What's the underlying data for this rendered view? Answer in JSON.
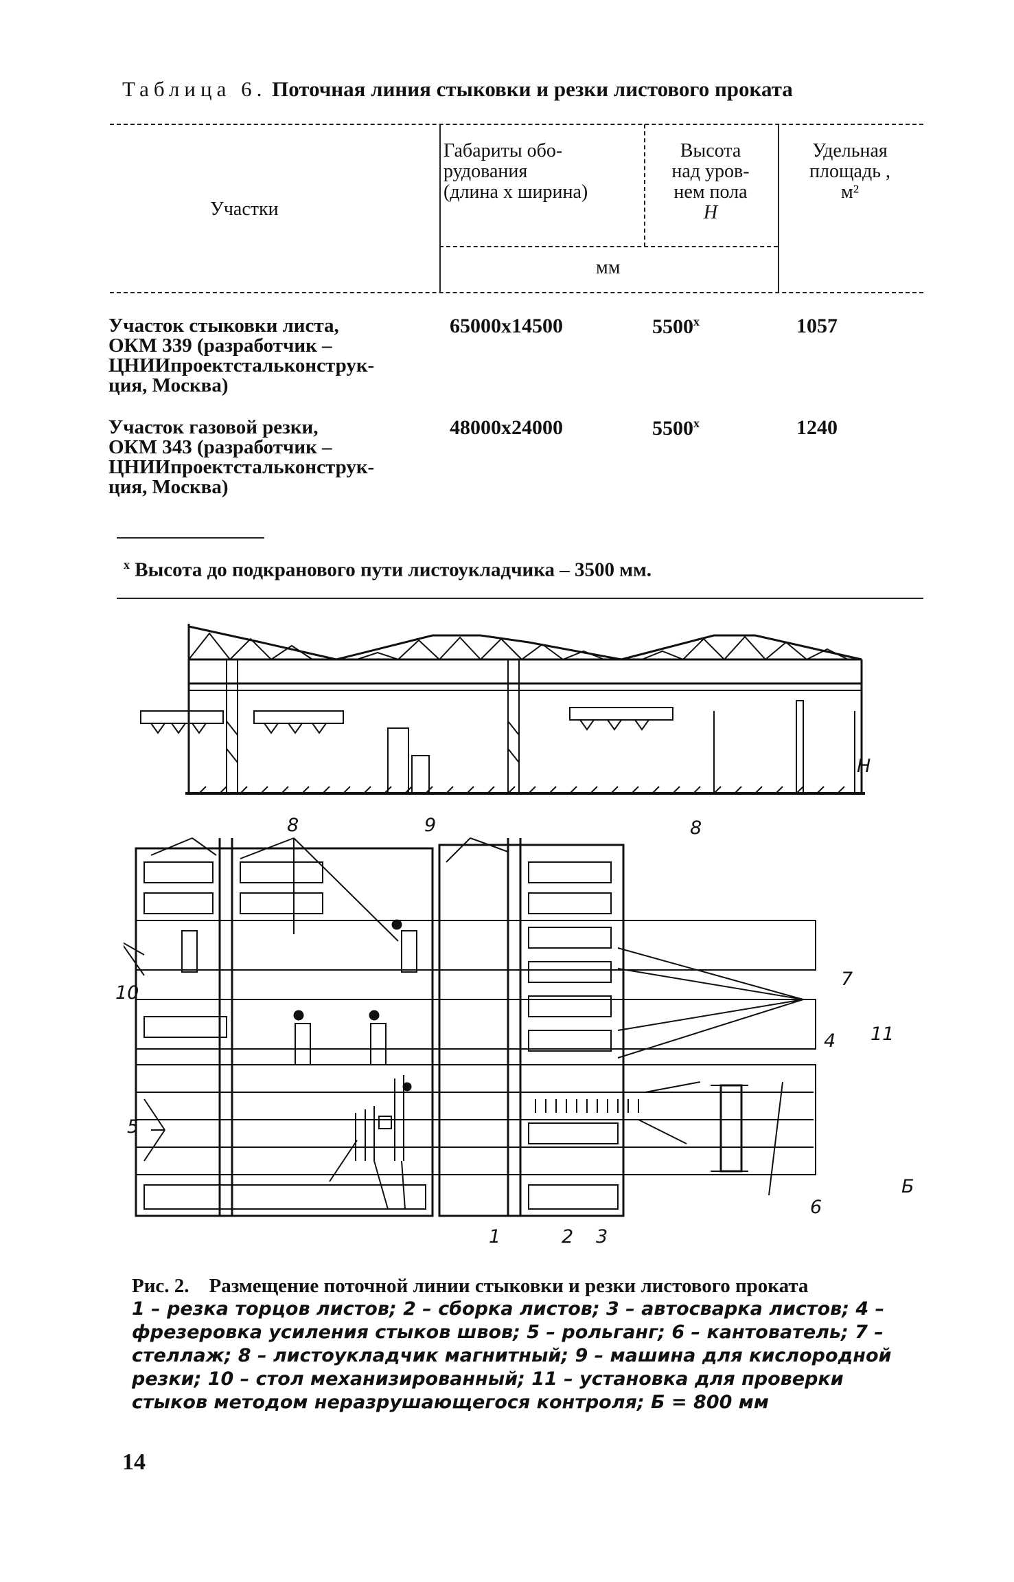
{
  "table": {
    "label": "Таблица 6.",
    "title": "Поточная линия стыковки и резки листового проката",
    "headers": {
      "sections": "Участки",
      "dimensions": "Габариты обо-\nрудования\n(длина х ширина)",
      "height": "Высота\nнад уров-\nнем пола",
      "height_symbol": "H",
      "area": "Удельная\nплощадь ,",
      "area_unit": "м²",
      "unit": "мм"
    },
    "rows": [
      {
        "name": "Участок стыковки листа,\nОКМ 339 (разработчик –\nЦНИИпроектстальконструк-\nция, Москва)",
        "dimensions": "65000x14500",
        "height": "5500",
        "height_mark": "x",
        "area": "1057"
      },
      {
        "name": "Участок газовой резки,\nОКМ 343 (разработчик –\nЦНИИпроектстальконструк-\nция, Москва)",
        "dimensions": "48000x24000",
        "height": "5500",
        "height_mark": "x",
        "area": "1240"
      }
    ],
    "footnote_mark": "x",
    "footnote": "Высота до подкранового пути листоукладчика – 3500 мм."
  },
  "figure": {
    "callouts": {
      "c8a": "8",
      "c9": "9",
      "c8b": "8",
      "c10": "10",
      "c7": "7",
      "c4": "4",
      "c11": "11",
      "c5": "5",
      "c6": "6",
      "c1": "1",
      "c2": "2",
      "c3": "3",
      "b": "Б",
      "h": "H"
    },
    "caption_label": "Рис. 2.",
    "caption_title": "Размещение поточной линии стыковки и резки листового проката",
    "caption_items": "1 – резка торцов листов; 2 – сборка листов; 3 – автосварка листов; 4 – фрезеровка усиления стыков швов; 5 – рольганг; 6 – кантователь; 7 – стеллаж; 8 – листоукладчик магнитный; 9 – машина для кислородной резки; 10 – стол механизированный; 11 – установка для проверки стыков методом неразрушающегося контроля; Б = 800 мм"
  },
  "page_number": "14"
}
